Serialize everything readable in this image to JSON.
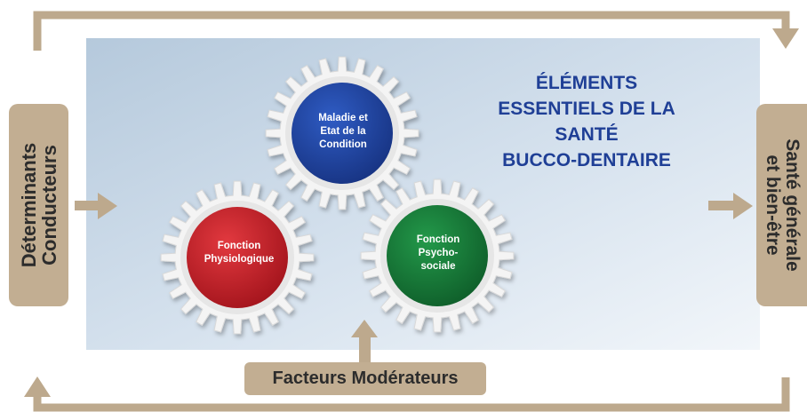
{
  "title": [
    "ÉLÉMENTS",
    "ESSENTIELS DE LA",
    "SANTÉ",
    "BUCCO-DENTAIRE"
  ],
  "left_box": [
    "Déterminants",
    "Conducteurs"
  ],
  "right_box": [
    "Santé générale",
    "et bien-être"
  ],
  "moderators": "Facteurs Modérateurs",
  "gears": {
    "top": {
      "lines": [
        "Maladie et",
        "Etat de la",
        "Condition"
      ],
      "color": "#1f3f96"
    },
    "left": {
      "lines": [
        "Fonction",
        "Physiologique"
      ],
      "color": "#c8202a"
    },
    "right": {
      "lines": [
        "Fonction",
        "Psycho-",
        "sociale"
      ],
      "color": "#1a7a3a"
    }
  },
  "colors": {
    "tan": "#c2ae92",
    "arrow": "#bda98d",
    "panel_light": "#eef3f8",
    "panel_dark": "#b7cbde",
    "title": "#1f3f96"
  }
}
